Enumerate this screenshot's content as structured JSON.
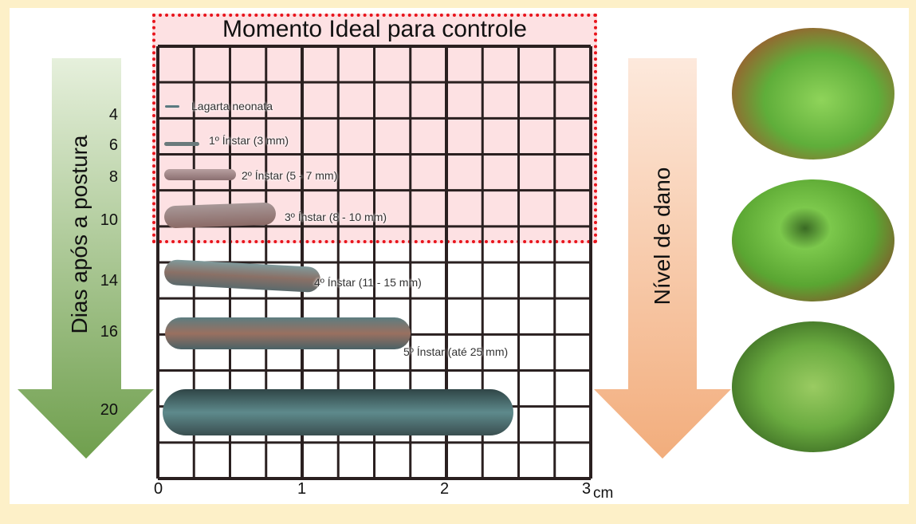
{
  "title": "Momento Ideal para controle",
  "left_axis": {
    "label": "Dias após a postura",
    "days": [
      "4",
      "6",
      "8",
      "10",
      "14",
      "16",
      "20"
    ]
  },
  "right_axis": {
    "label": "Nível de dano"
  },
  "x_axis": {
    "ticks": [
      "0",
      "1",
      "2",
      "3"
    ],
    "unit": "cm"
  },
  "stages": [
    "Lagarta neonata",
    "1º Ínstar (3 mm)",
    "2º Ínstar (5 - 7 mm)",
    "3º Ínstar (8 - 10 mm)",
    "4º Ínstar (11 - 15 mm)",
    "5º Ínstar (até 25 mm)"
  ],
  "colors": {
    "highlight_border": "#e8141c",
    "highlight_fill": "#fde1e3",
    "days_arrow": "#6f9f4d",
    "damage_arrow": "#f2ad7c"
  }
}
